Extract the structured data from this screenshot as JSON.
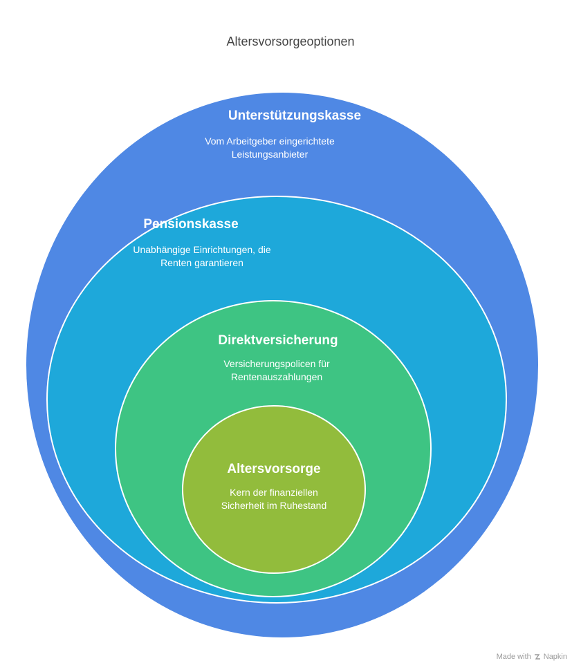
{
  "diagram": {
    "title": "Altersvorsorgeoptionen",
    "layers": [
      {
        "id": "unterstuetzungskasse",
        "title": "Unterstützungskasse",
        "description": "Vom Arbeitgeber eingerichtete Leistungsanbieter",
        "color": "#4f88e4"
      },
      {
        "id": "pensionskasse",
        "title": "Pensionskasse",
        "description": "Unabhängige Einrichtungen, die Renten garantieren",
        "color": "#1ea8da"
      },
      {
        "id": "direktversicherung",
        "title": "Direktversicherung",
        "description": "Versicherungspolicen für Rentenauszahlungen",
        "color": "#3ec483"
      },
      {
        "id": "altersvorsorge",
        "title": "Altersvorsorge",
        "description": "Kern der finanziellen Sicherheit im Ruhestand",
        "color": "#92bc3c"
      }
    ]
  },
  "footer": {
    "made_with": "Made with",
    "brand": "Napkin",
    "icon": "napkin-logo-icon"
  }
}
